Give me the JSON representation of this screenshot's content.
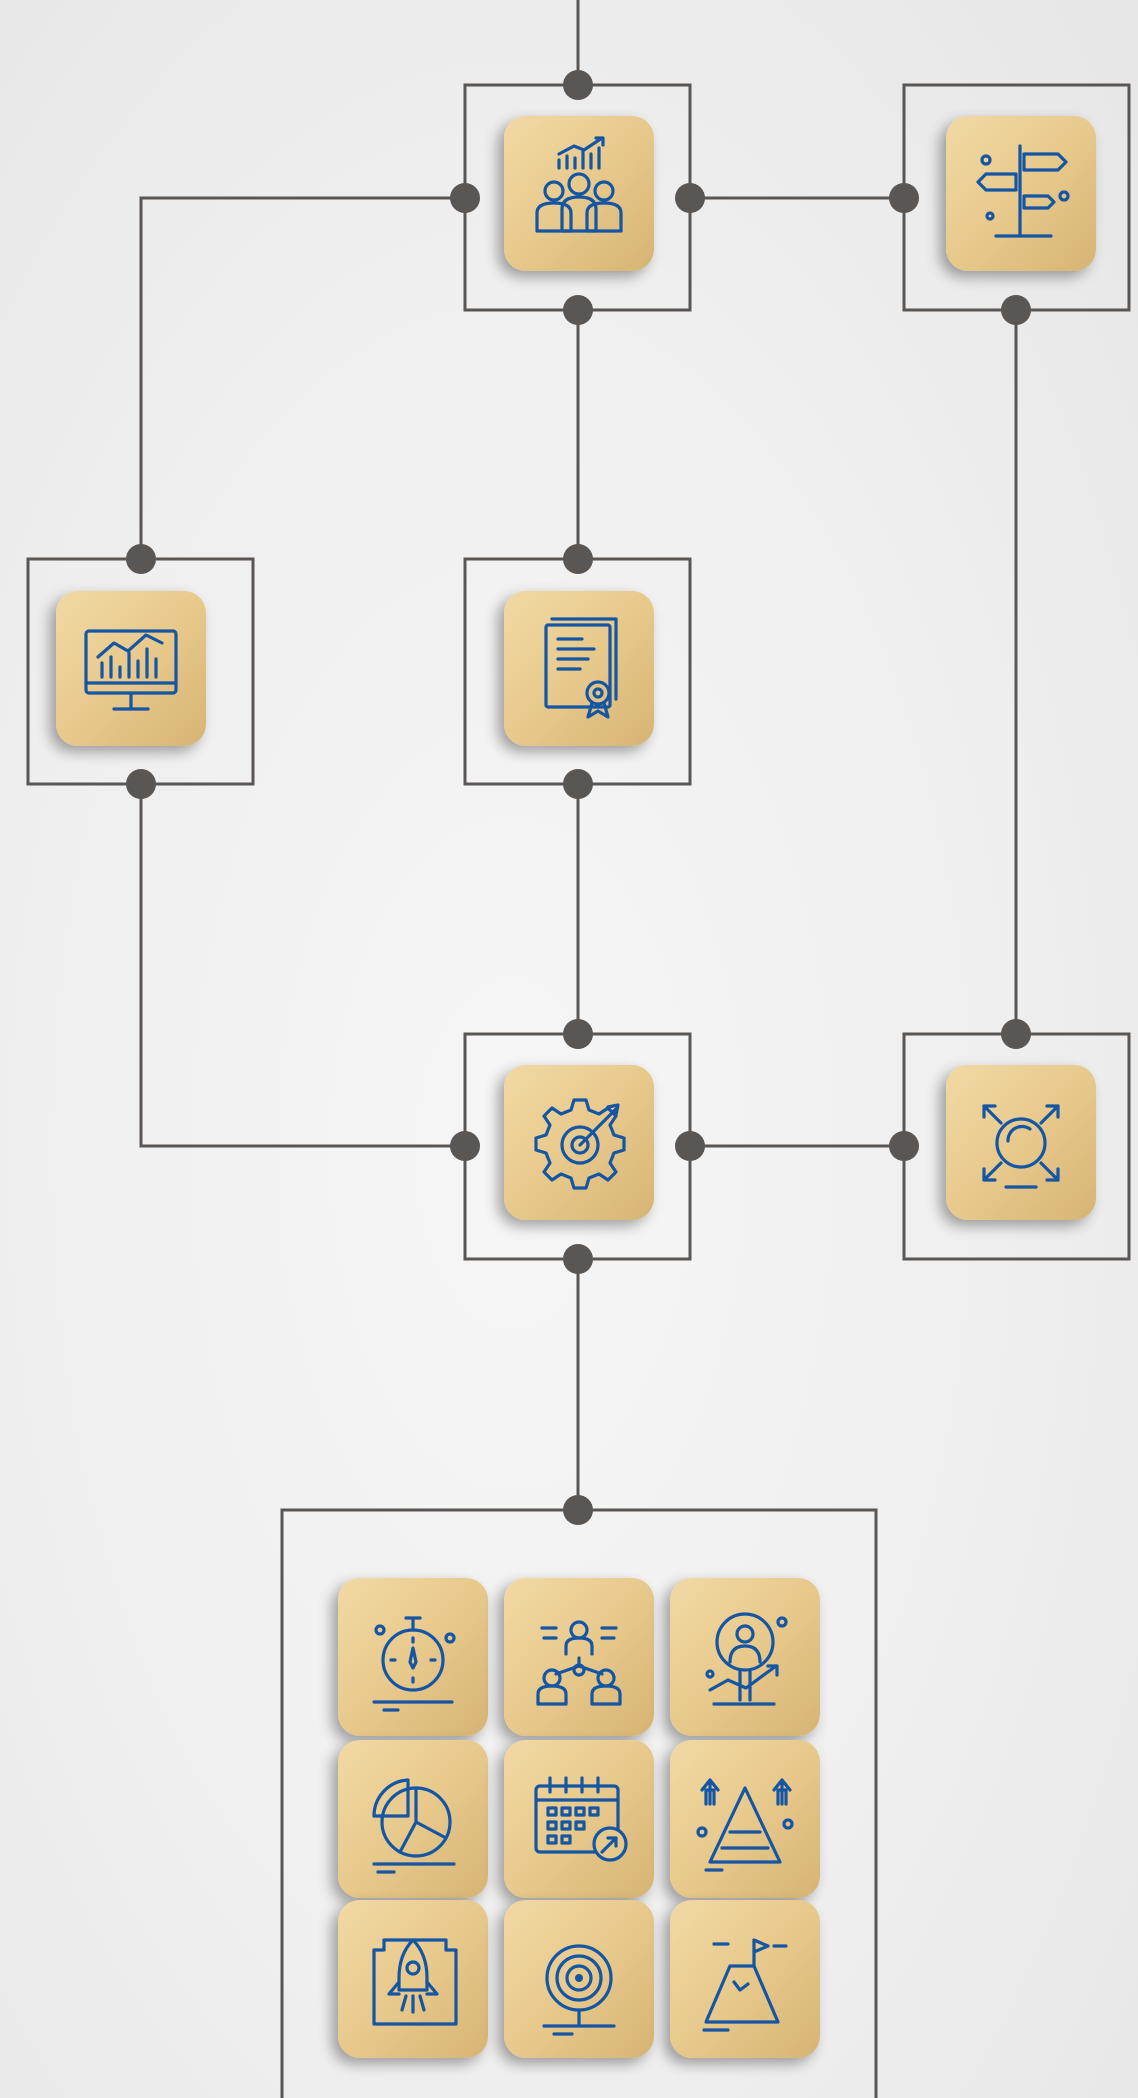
{
  "colors": {
    "background": "#efefef",
    "line": "#5a5654",
    "block": "#e8c98c",
    "block_shadow": "#b99a5f",
    "icon": "#1456a3"
  },
  "blocks": [
    {
      "row": "top",
      "icon": "team-growth-chart-icon"
    },
    {
      "row": "top",
      "icon": "signpost-direction-icon"
    },
    {
      "row": "middle",
      "icon": "monitor-analytics-icon"
    },
    {
      "row": "middle",
      "icon": "certificate-document-icon"
    },
    {
      "row": "lower",
      "icon": "gear-target-arrow-icon"
    },
    {
      "row": "lower",
      "icon": "expand-arrows-circle-icon"
    }
  ],
  "grid_blocks": [
    "stopwatch-icon",
    "team-hierarchy-icon",
    "person-target-growth-icon",
    "pie-chart-icon",
    "calendar-schedule-icon",
    "pyramid-growth-icon",
    "rocket-blueprint-icon",
    "bullseye-target-icon",
    "mountain-flag-icon"
  ]
}
